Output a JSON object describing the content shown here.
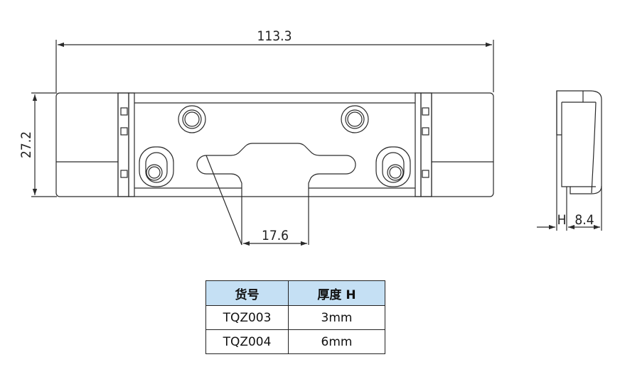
{
  "colors": {
    "line": "#2a2a2a",
    "header_fill": "#c5e0f4"
  },
  "dimensions": {
    "overall_length": "113.3",
    "height": "27.2",
    "slot_width": "17.6",
    "thickness_label": "H",
    "side_depth": "8.4"
  },
  "table": {
    "headers": [
      "货号",
      "厚度 H"
    ],
    "rows": [
      [
        "TQZ003",
        "3mm"
      ],
      [
        "TQZ004",
        "6mm"
      ]
    ]
  }
}
